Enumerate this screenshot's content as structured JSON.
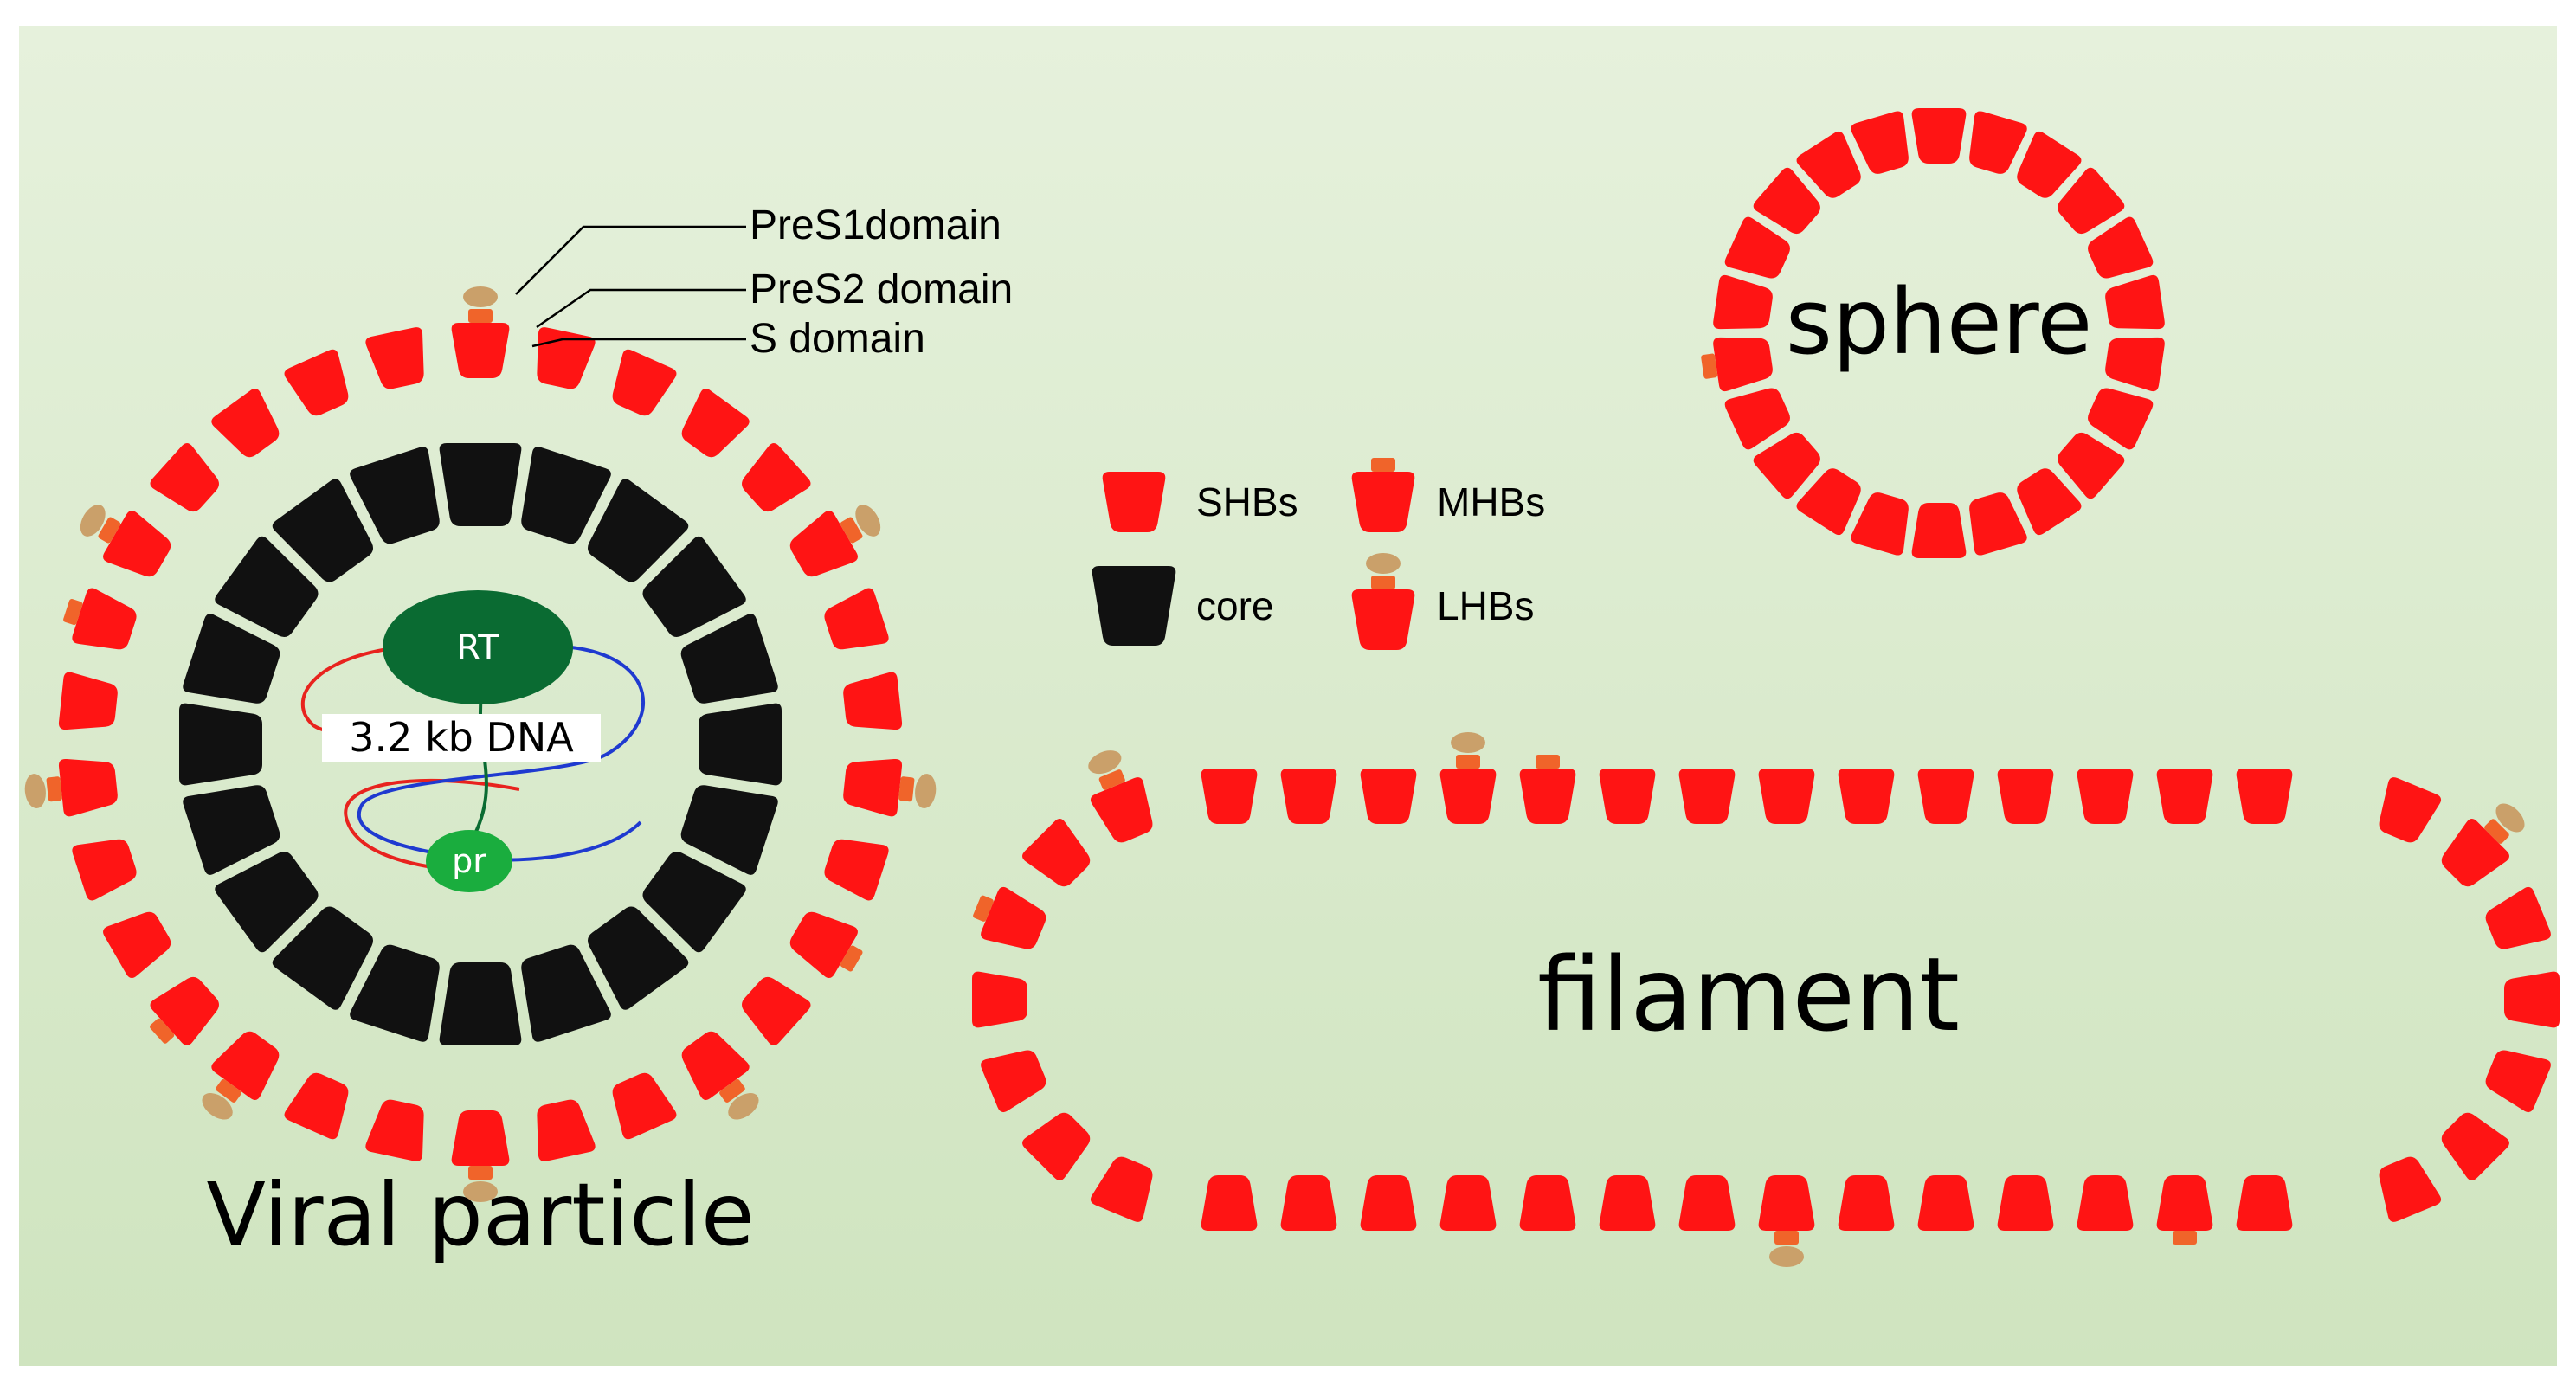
{
  "colors": {
    "background_top": "#e6f1dc",
    "background_bottom": "#cfe4bf",
    "shbs": "#ff1414",
    "shbs_outline": "#cc0000",
    "pres2": "#f0642a",
    "pres1": "#caa06a",
    "core": "#111111",
    "rt": "#0a6b32",
    "pr": "#1aad3e",
    "dna_red": "#e8231e",
    "dna_blue": "#1f3ad0",
    "dna_link": "#0a6b32"
  },
  "viral_particle": {
    "title": "Viral particle",
    "rt_label": "RT",
    "pr_label": "pr",
    "dna_label": "3.2 kb DNA"
  },
  "callouts": {
    "pres1": "PreS1domain",
    "pres2": "PreS2 domain",
    "s": "S domain"
  },
  "legend": {
    "shbs": "SHBs",
    "mhbs": "MHBs",
    "core": "core",
    "lhbs": "LHBs"
  },
  "sphere": {
    "label": "sphere"
  },
  "filament": {
    "label": "filament"
  },
  "icons": [
    "shbs-subunit-icon",
    "mhbs-subunit-icon",
    "lhbs-subunit-icon",
    "core-subunit-icon"
  ]
}
